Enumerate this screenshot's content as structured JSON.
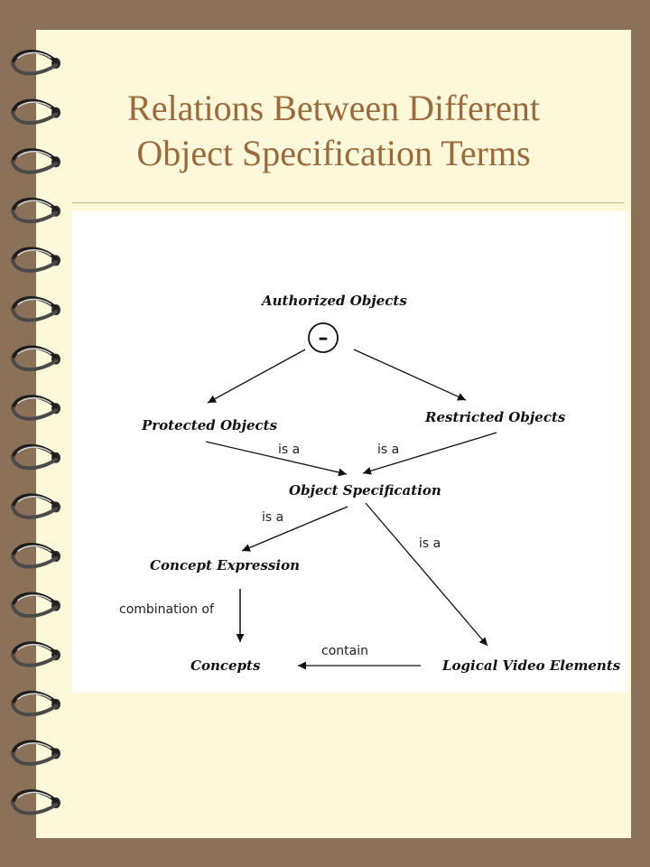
{
  "slide": {
    "title_line1": "Relations Between Different",
    "title_line2": "Object Specification Terms"
  },
  "diagram": {
    "nodes": {
      "authorized": "Authorized Objects",
      "minus_symbol": "–",
      "protected": "Protected Objects",
      "restricted": "Restricted Objects",
      "object_spec": "Object Specification",
      "concept_expr": "Concept Expression",
      "concepts": "Concepts",
      "logical_video": "Logical Video Elements"
    },
    "edge_labels": {
      "protected_isa": "is a",
      "restricted_isa": "is a",
      "concept_expr_isa": "is a",
      "logical_video_isa": "is a",
      "combination": "combination of",
      "contain": "contain"
    }
  },
  "colors": {
    "frame": "#8b7158",
    "page": "#fdf8d9",
    "title": "#9a6a3b"
  }
}
